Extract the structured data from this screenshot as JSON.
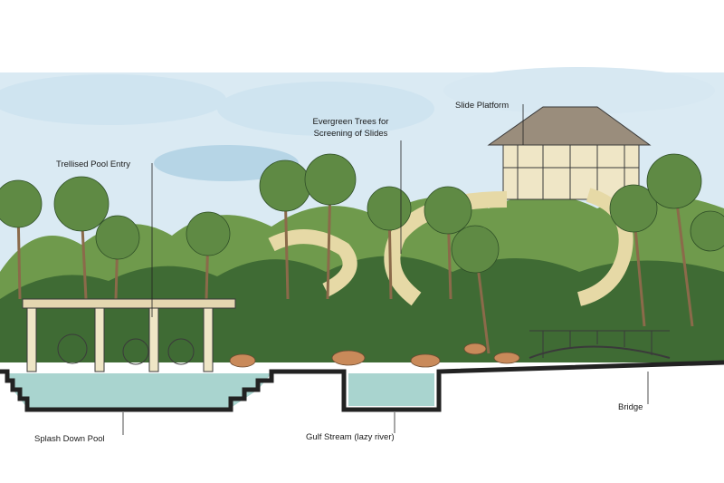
{
  "labels": {
    "trellised_pool_entry": "Trellised Pool Entry",
    "evergreen_trees_line1": "Evergreen Trees for",
    "evergreen_trees_line2": "Screening of Slides",
    "slide_platform": "Slide Platform",
    "splash_down_pool": "Splash Down Pool",
    "gulf_stream": "Gulf Stream (lazy river)",
    "bridge": "Bridge"
  },
  "colors": {
    "sky": "#bcd9ea",
    "foliage_dark": "#3f6b34",
    "foliage_mid": "#6f9a4c",
    "foliage_light": "#a9c27a",
    "trunk": "#8b6a4a",
    "water": "#a9d4cf",
    "ground": "#222222",
    "slide": "#e6d9a6",
    "roof": "#9a8d7c",
    "rock": "#c98a5a"
  }
}
